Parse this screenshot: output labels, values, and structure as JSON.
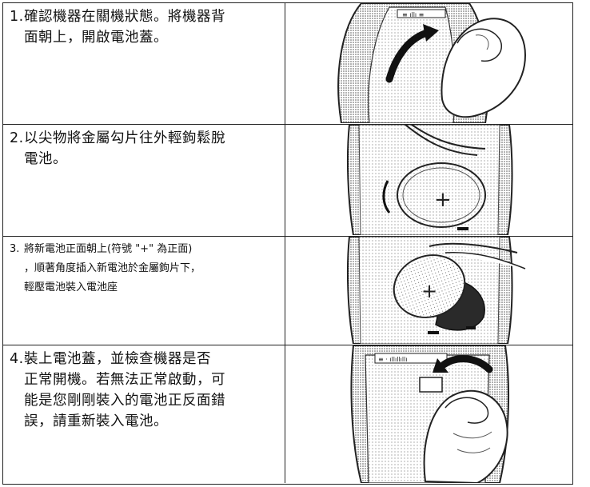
{
  "steps": [
    {
      "number": "1.",
      "line1": "確認機器在關機狀態。將機器背",
      "line2": "面朝上，開啟電池蓋。",
      "illustration": "open-battery-cover-illustration"
    },
    {
      "number": "2.",
      "line1": "以尖物將金屬勾片往外輕鉤鬆脫",
      "line2": "電池。",
      "illustration": "release-battery-illustration",
      "battery_mark": "+"
    },
    {
      "number": "3.",
      "line1": "將新電池正面朝上(符號 \"+\" 為正面)",
      "line2": "，順著角度插入新電池於金屬鉤片下，",
      "line3": "輕壓電池裝入電池座",
      "illustration": "insert-battery-illustration",
      "battery_mark": "+"
    },
    {
      "number": "4.",
      "line1": "裝上電池蓋，並檢查機器是否",
      "line2": "正常開機。若無法正常啟動，可",
      "line3": "能是您剛剛裝入的電池正反面錯",
      "line4": "誤，請重新裝入電池。",
      "illustration": "close-battery-cover-illustration"
    }
  ],
  "colors": {
    "line": "#222222",
    "shade": "#bdbdbd",
    "paper": "#ffffff"
  }
}
